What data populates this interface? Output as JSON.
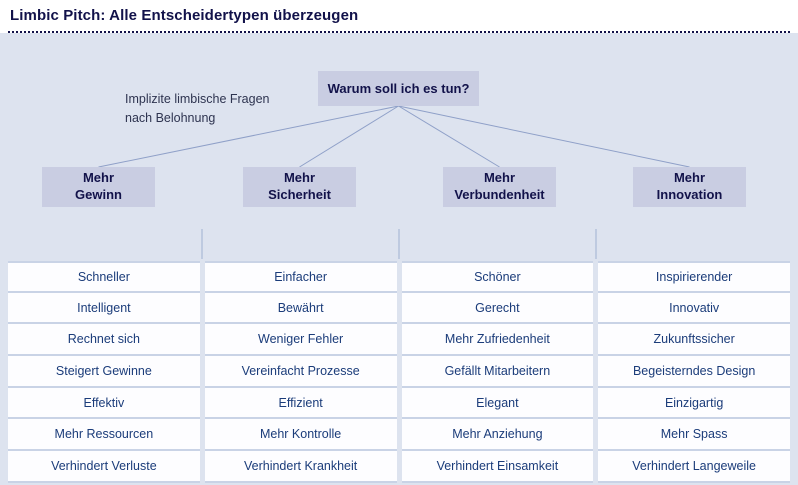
{
  "header": {
    "title": "Limbic Pitch: Alle Entscheidertypen überzeugen"
  },
  "diagram": {
    "question": "Warum soll ich es tun?",
    "annotation": [
      "Implizite limbische Fragen",
      "nach Belohnung"
    ],
    "colors": {
      "background": "#dde3ef",
      "box_background": "#c9cde2",
      "connector_line": "#8fa0c8",
      "title_text": "#12124a",
      "table_text": "#1b3c7a",
      "row_separator": "#c9d3e6"
    }
  },
  "categories": [
    {
      "label": [
        "Mehr",
        "Gewinn"
      ],
      "items": [
        "Schneller",
        "Intelligent",
        "Rechnet sich",
        "Steigert Gewinne",
        "Effektiv",
        "Mehr Ressourcen",
        "Verhindert Verluste"
      ]
    },
    {
      "label": [
        "Mehr",
        "Sicherheit"
      ],
      "items": [
        "Einfacher",
        "Bewährt",
        "Weniger Fehler",
        "Vereinfacht Prozesse",
        "Effizient",
        "Mehr Kontrolle",
        "Verhindert Krankheit"
      ]
    },
    {
      "label": [
        "Mehr",
        "Verbundenheit"
      ],
      "items": [
        "Schöner",
        "Gerecht",
        "Mehr Zufriedenheit",
        "Gefällt Mitarbeitern",
        "Elegant",
        "Mehr Anziehung",
        "Verhindert Einsamkeit"
      ]
    },
    {
      "label": [
        "Mehr",
        "Innovation"
      ],
      "items": [
        "Inspirierender",
        "Innovativ",
        "Zukunftssicher",
        "Begeisterndes Design",
        "Einzigartig",
        "Mehr Spass",
        "Verhindert Langeweile"
      ]
    }
  ]
}
